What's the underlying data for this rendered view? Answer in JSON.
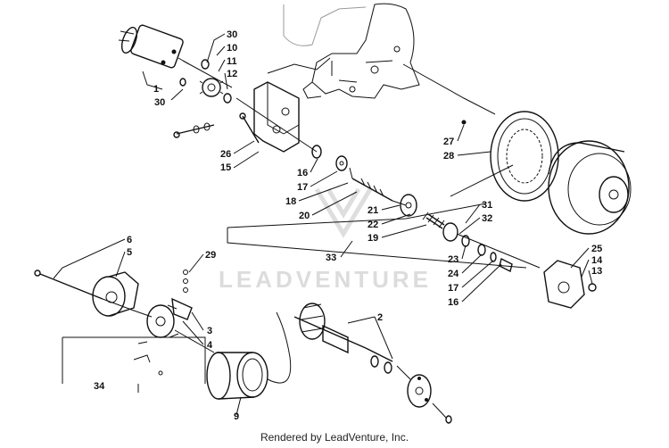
{
  "watermark": "LEADVENTURE",
  "footer": "Rendered by LeadVenture, Inc.",
  "callouts": [
    {
      "id": "c1",
      "label": "1"
    },
    {
      "id": "c30a",
      "label": "30"
    },
    {
      "id": "c10",
      "label": "10"
    },
    {
      "id": "c11",
      "label": "11"
    },
    {
      "id": "c12",
      "label": "12"
    },
    {
      "id": "c30b",
      "label": "30"
    },
    {
      "id": "c26",
      "label": "26"
    },
    {
      "id": "c15",
      "label": "15"
    },
    {
      "id": "c16a",
      "label": "16"
    },
    {
      "id": "c17a",
      "label": "17"
    },
    {
      "id": "c18",
      "label": "18"
    },
    {
      "id": "c20",
      "label": "20"
    },
    {
      "id": "c21",
      "label": "21"
    },
    {
      "id": "c22",
      "label": "22"
    },
    {
      "id": "c19",
      "label": "19"
    },
    {
      "id": "c31",
      "label": "31"
    },
    {
      "id": "c32",
      "label": "32"
    },
    {
      "id": "c27",
      "label": "27"
    },
    {
      "id": "c28",
      "label": "28"
    },
    {
      "id": "c33",
      "label": "33"
    },
    {
      "id": "c23",
      "label": "23"
    },
    {
      "id": "c24",
      "label": "24"
    },
    {
      "id": "c17b",
      "label": "17"
    },
    {
      "id": "c16b",
      "label": "16"
    },
    {
      "id": "c25",
      "label": "25"
    },
    {
      "id": "c14",
      "label": "14"
    },
    {
      "id": "c13",
      "label": "13"
    },
    {
      "id": "c6",
      "label": "6"
    },
    {
      "id": "c5",
      "label": "5"
    },
    {
      "id": "c29",
      "label": "29"
    },
    {
      "id": "c3",
      "label": "3"
    },
    {
      "id": "c4",
      "label": "4"
    },
    {
      "id": "c34",
      "label": "34"
    },
    {
      "id": "c9",
      "label": "9"
    },
    {
      "id": "c2",
      "label": "2"
    }
  ]
}
